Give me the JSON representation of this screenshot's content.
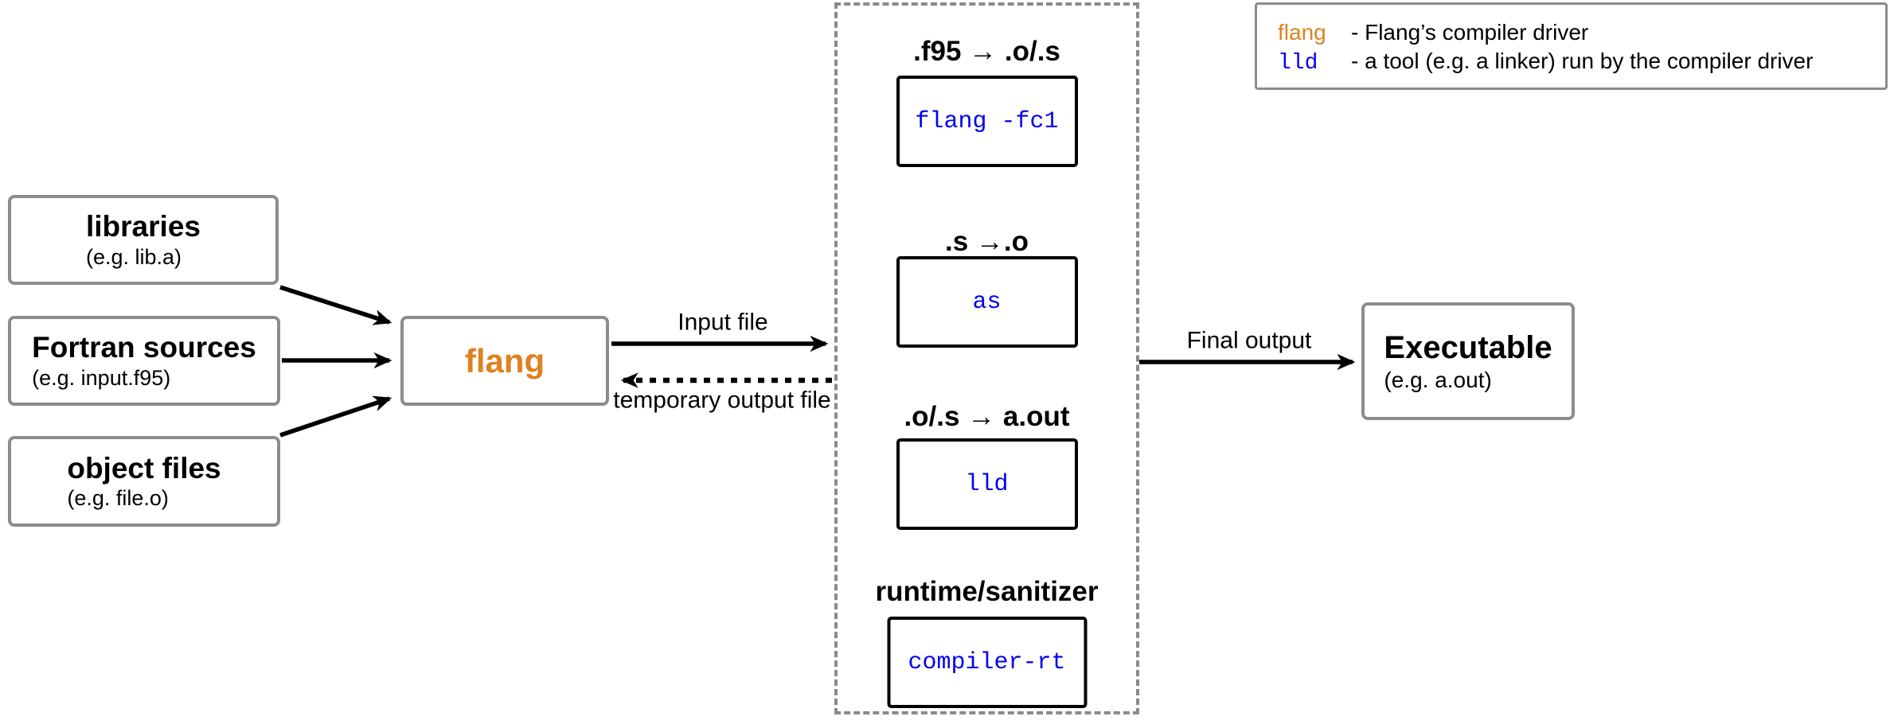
{
  "colors": {
    "orange": "#e0811f",
    "blue": "#0000ee",
    "box_border_gray": "#8c8c8c",
    "arrow_black": "#000000"
  },
  "inputs": [
    {
      "title": "libraries",
      "subtitle": "(e.g. lib.a)"
    },
    {
      "title": "Fortran sources",
      "subtitle": "(e.g. input.f95)"
    },
    {
      "title": "object files",
      "subtitle": "(e.g. file.o)"
    }
  ],
  "driver": {
    "label": "flang"
  },
  "arrows": {
    "input_file": "Input file",
    "temporary_output": "temporary output file",
    "final_output": "Final output"
  },
  "pipeline_stages": [
    {
      "caption": ".f95 → .o/.s",
      "tool": "flang -fc1"
    },
    {
      "caption": ".s →.o",
      "tool": "as"
    },
    {
      "caption": ".o/.s → a.out",
      "tool": "lld"
    },
    {
      "caption": "runtime/sanitizer",
      "tool": "compiler-rt"
    }
  ],
  "output_box": {
    "title": "Executable",
    "subtitle": "(e.g. a.out)"
  },
  "legend": [
    {
      "term": "flang",
      "description": "- Flang’s compiler driver"
    },
    {
      "term": "lld",
      "description": "- a tool (e.g. a linker) run by the compiler driver"
    }
  ]
}
